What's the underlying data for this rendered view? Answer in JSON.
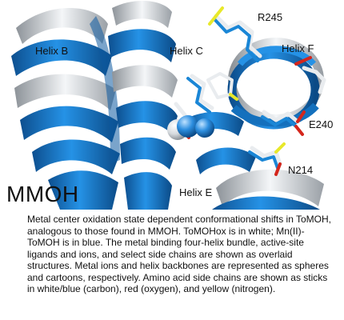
{
  "figure": {
    "labels": {
      "helix_b": "Helix B",
      "helix_c": "Helix C",
      "helix_f": "Helix F",
      "helix_e": "Helix E",
      "r245": "R245",
      "e240": "E240",
      "n214": "N214"
    },
    "corner_label": "MMOH",
    "colors": {
      "oxidized": "#e9ecef",
      "reduced": "#1a86d6",
      "oxygen": "#d4261c",
      "nitrogen": "#e8e82a"
    }
  },
  "caption": {
    "text": "Metal center oxidation state dependent conformational shifts in ToMOH, analogous to those found in MMOH. ToMOHox is in white; Mn(II)-ToMOH is in blue. The metal binding four-helix bundle, active-site ligands and ions, and select side chains are shown as overlaid structures. Metal ions and helix backbones are represented as spheres and cartoons, respectively. Amino acid side chains are shown as sticks in white/blue (carbon), red (oxygen), and yellow (nitrogen)."
  }
}
